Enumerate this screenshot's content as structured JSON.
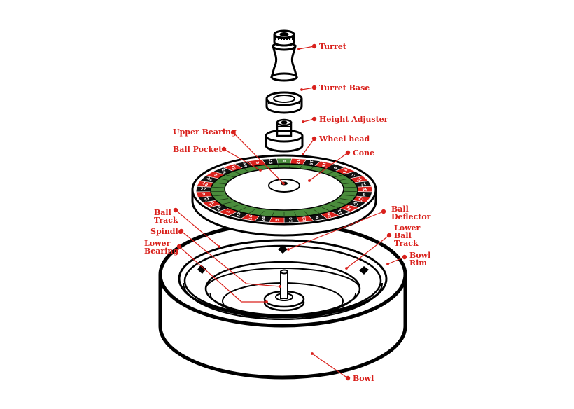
{
  "accent_color": "#d9211c",
  "labels": {
    "turret": "Turret",
    "turret_base": "Turret Base",
    "height_adjuster": "Height Adjuster",
    "upper_bearing": "Upper Bearing",
    "wheel_head": "Wheel head",
    "ball_pocket": "Ball Pocket",
    "cone": "Cone",
    "ball_deflector": "Ball\nDeflector",
    "ball_track": "Ball\nTrack",
    "lower_ball_track": "Lower\nBall\nTrack",
    "spindle": "Spindle",
    "lower_bearing": "Lower\nBearing",
    "bowl_rim": "Bowl\nRim",
    "bowl": "Bowl"
  },
  "wheel_numbers": [
    "0",
    "32",
    "15",
    "19",
    "4",
    "21",
    "2",
    "25",
    "17",
    "34",
    "6",
    "27",
    "13",
    "36",
    "11",
    "30",
    "8",
    "23",
    "10",
    "5",
    "24",
    "16",
    "33",
    "1",
    "20",
    "14",
    "31",
    "9",
    "22",
    "18",
    "29",
    "7",
    "28",
    "12",
    "35",
    "3",
    "26"
  ]
}
